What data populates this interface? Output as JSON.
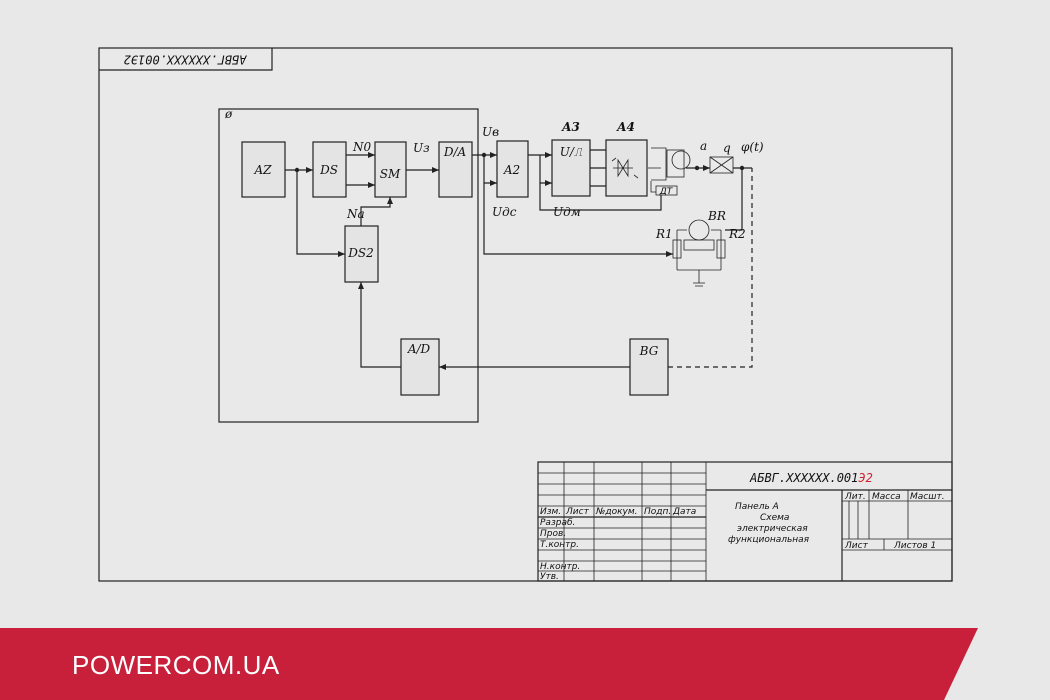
{
  "drawing": {
    "stamp_code": "АБВГ.XXXXXX.001Э2",
    "blocks": {
      "az": "AZ",
      "ds": "DS",
      "sm": "SM",
      "da": "D/A",
      "ds2": "DS2",
      "ad": "A/D",
      "a2": "A2",
      "a3": "A3",
      "a4": "A4",
      "bg": "BG",
      "br": "BR",
      "ugl": "U/⎍"
    },
    "signals": {
      "n0": "N0",
      "na": "Na",
      "uz": "Uз",
      "uv": "Uв",
      "uds": "Uдс",
      "udm": "Uдм",
      "a": "a",
      "q": "q",
      "phi": "φ(t)",
      "r1": "R1",
      "r2": "R2",
      "cb": "ДТ",
      "frame_mark": "ø"
    }
  },
  "title_block": {
    "code": "АБВГ.XXXXXX.001",
    "code_suffix": "Э2",
    "code_suffix_color": "#d0202e",
    "product": "Панель А",
    "doc_line1": "Схема",
    "doc_line2": "электрическая",
    "doc_line3": "функциональная",
    "header_cols": [
      "Изм.",
      "Лист",
      "№докум.",
      "Подп.",
      "Дата"
    ],
    "roles": [
      "Разраб.",
      "Пров.",
      "Т.контр.",
      "Н.контр.",
      "Утв."
    ],
    "lit": "Лит.",
    "mass": "Масса",
    "scale": "Масшт.",
    "sheet": "Лист",
    "sheets": "Листов 1"
  },
  "footer": {
    "brand": "POWERCOM.UA",
    "band_color": "#c8203a"
  }
}
